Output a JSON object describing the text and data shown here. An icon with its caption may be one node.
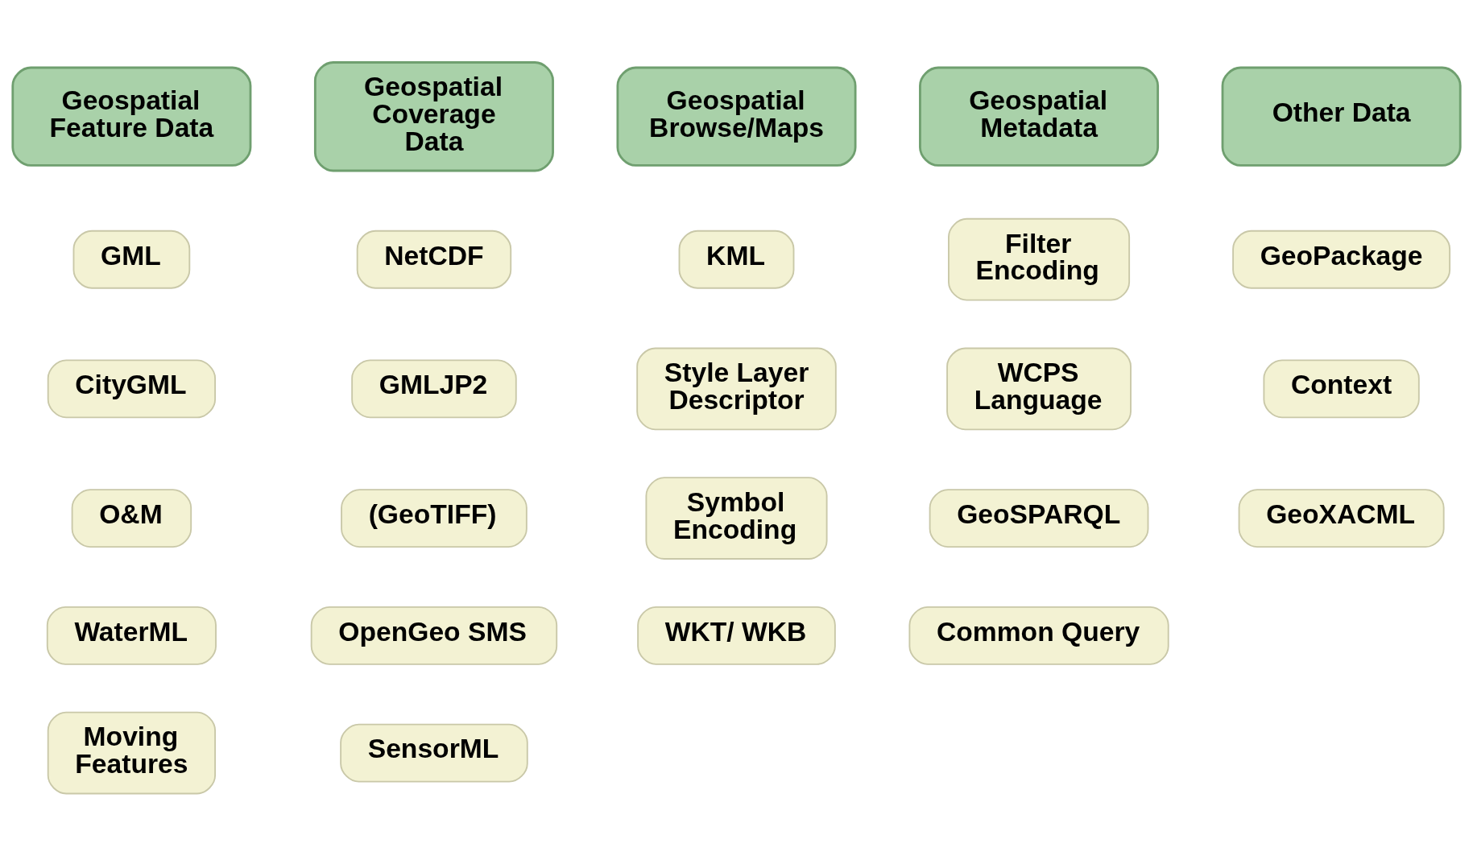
{
  "diagram": {
    "nodes": [
      {
        "text": [
          "Geospatial Feature Data"
        ]
      },
      {
        "text": [
          "GML"
        ]
      },
      {
        "text": [
          "CityGML"
        ]
      },
      {
        "text": [
          "O&M"
        ]
      },
      {
        "text": [
          "WaterML"
        ]
      },
      {
        "text": [
          "Moving Features"
        ]
      },
      {
        "text": [
          "Geospatial Coverage Data"
        ]
      },
      {
        "text": [
          "NetCDF"
        ]
      },
      {
        "text": [
          "GMLJP2"
        ]
      },
      {
        "text": [
          "(GeoTIFF)"
        ]
      },
      {
        "text": [
          "OpenGeo SMS"
        ]
      },
      {
        "text": [
          "SensorML"
        ]
      },
      {
        "text": [
          "Geospatial Browse/Maps"
        ]
      },
      {
        "text": [
          "KML"
        ]
      },
      {
        "text": [
          "Style Layer Descriptor"
        ]
      },
      {
        "text": [
          "Symbol Encoding"
        ]
      },
      {
        "text": [
          "WKT/ WKB"
        ]
      },
      {
        "text": [
          "Geospatial Metadata"
        ]
      },
      {
        "text": [
          "Filter Encoding"
        ]
      },
      {
        "text": [
          "WCPS Language"
        ]
      },
      {
        "text": [
          "GeoSPARQL"
        ]
      },
      {
        "text": [
          "Common Query"
        ]
      },
      {
        "text": [
          "Other Data"
        ]
      },
      {
        "text": [
          "GeoPackage"
        ]
      },
      {
        "text": [
          "Context"
        ]
      },
      {
        "text": [
          "GeoXACML"
        ]
      }
    ],
    "edges": []
  }
}
